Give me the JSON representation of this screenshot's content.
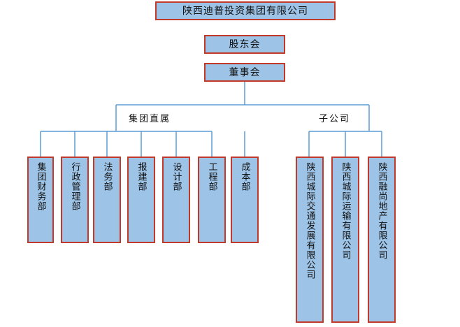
{
  "colors": {
    "box_fill": "#9dc3e6",
    "box_border": "#c0392b",
    "connector": "#5b9bd5"
  },
  "org": {
    "company": "陕西迪普投资集团有限公司",
    "shareholders": "股东会",
    "board": "董事会",
    "group_direct": {
      "label": "集团直属",
      "departments": [
        "集团财务部",
        "行政管理部",
        "法务部",
        "报建部",
        "设计部",
        "工程部",
        "成本部"
      ]
    },
    "subsidiaries": {
      "label": "子公司",
      "companies": [
        "陕西城际交通发展有限公司",
        "陕西城际运输有限公司",
        "陕西融尚地产有限公司"
      ]
    }
  }
}
